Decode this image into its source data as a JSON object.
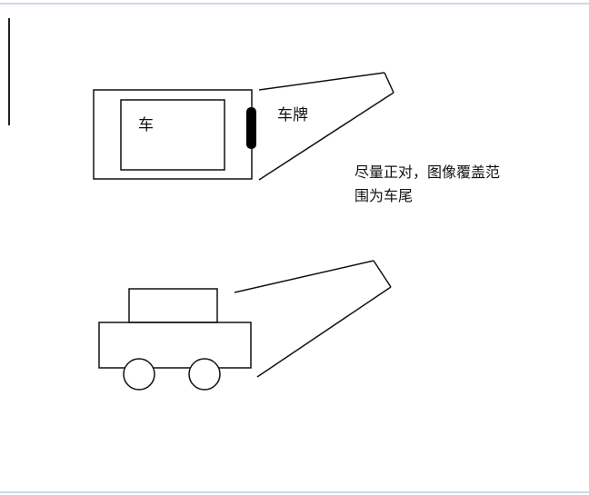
{
  "labels": {
    "car": "车",
    "plate": "车牌",
    "note_line1": "尽量正对，图像覆盖范",
    "note_line2": "围为车尾"
  },
  "colors": {
    "stroke": "#111111",
    "plate": "#000000",
    "rule": "#cdd8e6"
  }
}
